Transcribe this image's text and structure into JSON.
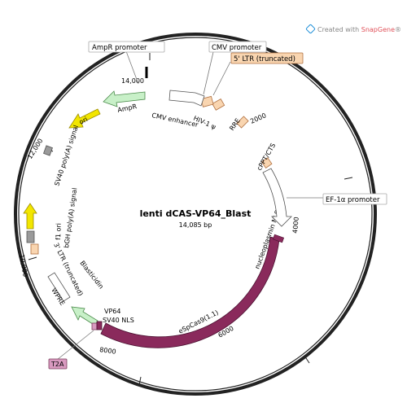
{
  "watermark": {
    "prefix": "Created with ",
    "brand": "SnapGene",
    "suffix": "®"
  },
  "plasmid": {
    "name": "lenti dCAS-VP64_Blast",
    "size": "14,085 bp"
  },
  "ticks": [
    "2000",
    "4000",
    "6000",
    "8000",
    "10,000",
    "12,000",
    "14,000"
  ],
  "features": {
    "ampr_promoter": "AmpR promoter",
    "cmv_promoter": "CMV promoter",
    "ltr5": "5' LTR (truncated)",
    "ampr": "AmpR",
    "cmv_enhancer": "CMV enhancer",
    "hiv_psi": "HIV-1 ψ",
    "ori": "ori",
    "rre": "RRE",
    "cppt": "cPPT/CTS",
    "sv40_polya": "SV40 poly(A) signal",
    "bgh_polya": "bGH poly(A) signal",
    "f1_ori": "f1 ori",
    "ef1a_promoter": "EF-1α promoter",
    "nuc_nls": "nucleoplasmin NLS",
    "ltr3": "3' LTR (truncated)",
    "blasticidin": "Blasticidin",
    "wpre": "WPRE",
    "vp64": "VP64",
    "sv40_nls": "SV40 NLS",
    "espcas9": "eSpCas9(1.1)",
    "t2a": "T2A"
  },
  "colors": {
    "backbone": "#222222",
    "cas9": "#8a2a5c",
    "ampr": "#c8f0c8",
    "ori": "#f2e600",
    "ltr": "#f9d5b0",
    "polya": "#9a9a9a",
    "promoter": "#ffffff",
    "t2a": "#d99ac0",
    "wpre": "#ffffff"
  }
}
